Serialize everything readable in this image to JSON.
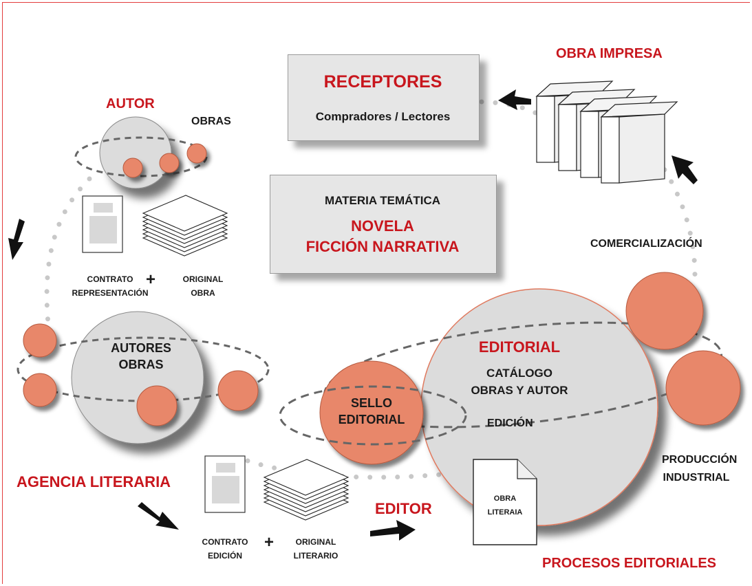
{
  "heading": {
    "autor": "AUTOR",
    "obras": "OBRAS",
    "obra_impresa": "OBRA IMPRESA",
    "agencia_literaria": "AGENCIA LITERARIA",
    "editor": "EDITOR",
    "procesos_editoriales": "PROCESOS EDITORIALES",
    "comercializacion": "COMERCIALIZACIÓN",
    "produccion_line1": "PRODUCCIÓN",
    "produccion_line2": "INDUSTRIAL"
  },
  "receptores": {
    "title": "RECEPTORES",
    "subtitle": "Compradores / Lectores"
  },
  "materia": {
    "label": "MATERIA TEMÁTICA",
    "line1": "NOVELA",
    "line2": "FICCIÓN NARRATIVA"
  },
  "contrato_representacion": {
    "left_line1": "CONTRATO",
    "left_line2": "REPRESENTACIÓN",
    "plus": "+",
    "right_line1": "ORIGINAL",
    "right_line2": "OBRA"
  },
  "agencia_circle": {
    "line1": "AUTORES",
    "line2": "OBRAS"
  },
  "editorial": {
    "title": "EDITORIAL",
    "line1": "CATÁLOGO",
    "line2": "OBRAS Y AUTOR",
    "edicion": "EDICIÓN"
  },
  "sello": {
    "line1": "SELLO",
    "line2": "EDITORIAL"
  },
  "contrato_edicion": {
    "left_line1": "CONTRATO",
    "left_line2": "EDICIÓN",
    "plus": "+",
    "right_line1": "ORIGINAL",
    "right_line2": "LITERARIO"
  },
  "obra_literaia": {
    "line1": "OBRA",
    "line2": "LITERAIA"
  },
  "colors": {
    "accent_red": "#c8161d",
    "node_orange": "#e8876a",
    "circle_gray": "#dcdcdc"
  }
}
